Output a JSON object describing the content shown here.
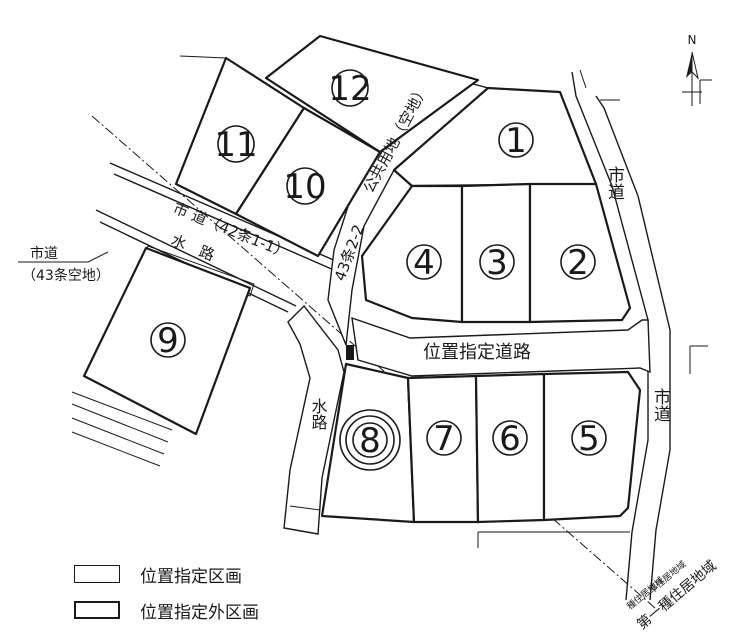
{
  "lots": [
    {
      "name": "lot-1",
      "label": "1",
      "selected": false
    },
    {
      "name": "lot-2",
      "label": "2",
      "selected": false
    },
    {
      "name": "lot-3",
      "label": "3",
      "selected": false
    },
    {
      "name": "lot-4",
      "label": "4",
      "selected": false
    },
    {
      "name": "lot-5",
      "label": "5",
      "selected": false
    },
    {
      "name": "lot-6",
      "label": "6",
      "selected": false
    },
    {
      "name": "lot-7",
      "label": "7",
      "selected": false
    },
    {
      "name": "lot-8",
      "label": "8",
      "selected": true
    },
    {
      "name": "lot-9",
      "label": "9",
      "selected": false
    },
    {
      "name": "lot-10",
      "label": "10",
      "selected": false
    },
    {
      "name": "lot-11",
      "label": "11",
      "selected": false
    },
    {
      "name": "lot-12",
      "label": "12",
      "selected": false
    }
  ],
  "labels": {
    "city_road_42": "市 道（42条1-1）",
    "water_channel_top": "水　路",
    "city_road_43": "市道",
    "city_road_43_sub": "（43条空地）",
    "public_land": "公共用地（空地）",
    "article_43_2_2": "43条2-2",
    "city_road_east_upper": "市道",
    "city_road_east_lower": "市道",
    "designated_road": "位置指定道路",
    "water_channel_left": "水路",
    "zone_1": "第一種住居地域",
    "zone_2": "種住居地域",
    "zone_3": "準住居地域",
    "north": "N"
  },
  "legend": [
    {
      "label": "位置指定区画",
      "style": "thin"
    },
    {
      "label": "位置指定外区画",
      "style": "thick"
    }
  ]
}
